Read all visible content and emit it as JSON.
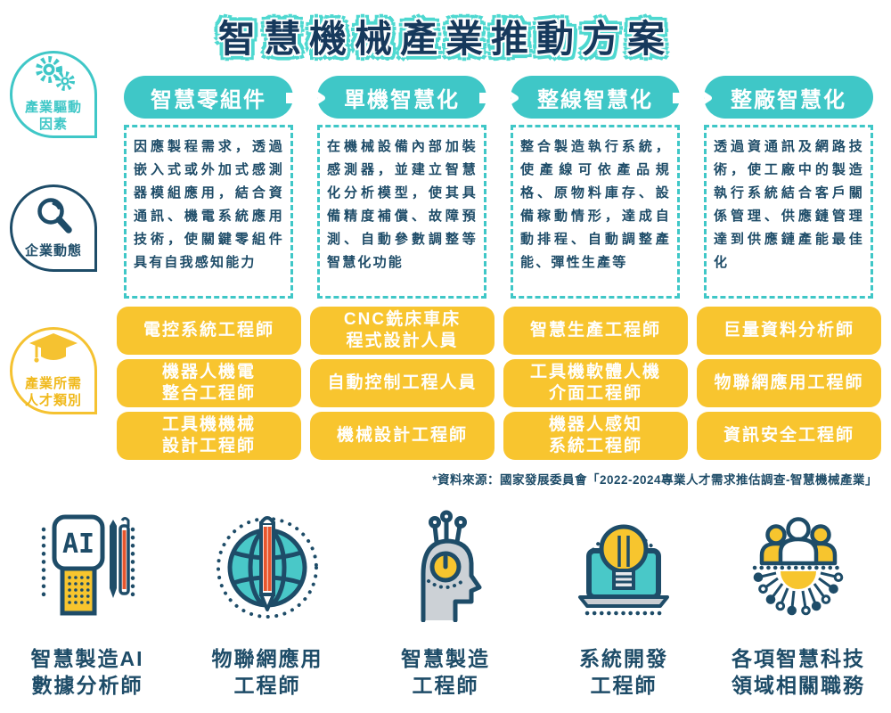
{
  "title": "智慧機械產業推動方案",
  "colors": {
    "teal": "#3fc7c7",
    "navy": "#1e4c68",
    "yellow": "#f8c52f",
    "orange": "#e8562d",
    "gray": "#c9cdd2",
    "title_navy": "#16395c",
    "title_glow": "#4ed8d0"
  },
  "side_badges": [
    {
      "label": "產業驅動\n因素",
      "icon": "gears-icon"
    },
    {
      "label": "企業動態",
      "icon": "magnifier-icon"
    },
    {
      "label": "產業所需\n人才類別",
      "icon": "graduation-cap-icon"
    }
  ],
  "stages": [
    {
      "header": "智慧零組件",
      "description": "因應製程需求，透過嵌入式或外加式感測器模組應用，結合資通訊、機電系統應用技術，使關鍵零組件具有自我感知能力",
      "jobs": [
        "電控系統工程師",
        "機器人機電\n整合工程師",
        "工具機機械\n設計工程師"
      ]
    },
    {
      "header": "單機智慧化",
      "description": "在機械設備內部加裝感測器，並建立智慧化分析模型，使其具備精度補償、故障預測、自動參數調整等智慧化功能",
      "jobs": [
        "CNC銑床車床\n程式設計人員",
        "自動控制工程人員",
        "機械設計工程師"
      ]
    },
    {
      "header": "整線智慧化",
      "description": "整合製造執行系統，使產線可依產品規格、原物料庫存、設備稼動情形，達成自動排程、自動調整產能、彈性生產等",
      "jobs": [
        "智慧生產工程師",
        "工具機軟體人機\n介面工程師",
        "機器人感知\n系統工程師"
      ]
    },
    {
      "header": "整廠智慧化",
      "description": "透過資通訊及網路技術，使工廠中的製造執行系統結合客戶關係管理、供應鏈管理達到供應鏈產能最佳化",
      "jobs": [
        "巨量資料分析師",
        "物聯網應用工程師",
        "資訊安全工程師"
      ]
    }
  ],
  "source_note": "*資料來源：國家發展委員會「2022-2024專業人才需求推估調查-智慧機械產業」",
  "bottom_roles": [
    {
      "label": "智慧製造AI\n數據分析師",
      "icon": "ai-calculator-icon"
    },
    {
      "label": "物聯網應用\n工程師",
      "icon": "globe-pencil-icon"
    },
    {
      "label": "智慧製造\n工程師",
      "icon": "smart-head-icon"
    },
    {
      "label": "系統開發\n工程師",
      "icon": "laptop-bulb-icon"
    },
    {
      "label": "各項智慧科技\n領域相關職務",
      "icon": "people-network-icon"
    }
  ]
}
